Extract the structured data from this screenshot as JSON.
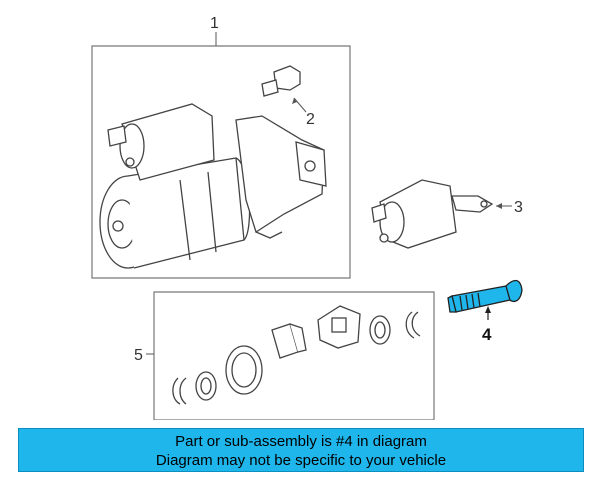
{
  "diagram": {
    "callouts": {
      "starter": "1",
      "bolt": "2",
      "solenoid": "3",
      "highlighted_screw": "4",
      "repair_kit": "5"
    },
    "highlight_color": "#1fb6ec",
    "line_color": "#555555"
  },
  "banner": {
    "line1": "Part or sub-assembly is #4 in diagram",
    "line2": "Diagram may not be specific to your vehicle",
    "background": "#1fb6ec"
  }
}
